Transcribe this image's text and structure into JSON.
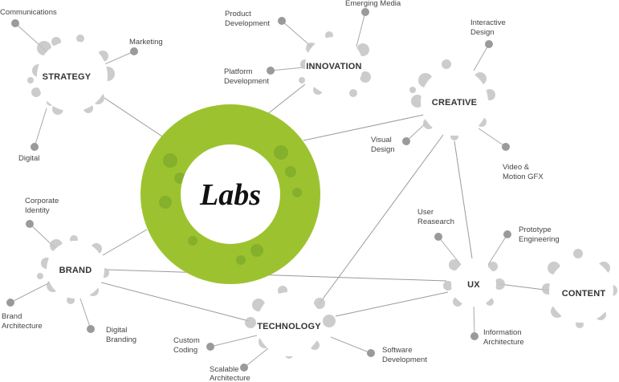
{
  "center": {
    "label": "Labs",
    "color": "#9cc32f"
  },
  "hubs": {
    "strategy": {
      "label": "STRATEGY"
    },
    "innovation": {
      "label": "INNOVATION"
    },
    "creative": {
      "label": "CREATIVE"
    },
    "brand": {
      "label": "BRAND"
    },
    "technology": {
      "label": "TECHNOLOGY"
    },
    "ux": {
      "label": "UX"
    },
    "content": {
      "label": "CONTENT"
    }
  },
  "subtopics": {
    "communications": [
      "Communications"
    ],
    "marketing": [
      "Marketing"
    ],
    "digital": [
      "Digital"
    ],
    "product_development": [
      "Product",
      "Development"
    ],
    "emerging_media": [
      "Emerging Media"
    ],
    "platform_development": [
      "Platform",
      "Development"
    ],
    "interactive_design": [
      "Interactive",
      "Design"
    ],
    "visual_design": [
      "Visual",
      "Design"
    ],
    "video_motion": [
      "Video &",
      "Motion GFX"
    ],
    "corporate_identity": [
      "Corporate",
      "Identity"
    ],
    "brand_architecture": [
      "Brand",
      "Architecture"
    ],
    "digital_branding": [
      "Digital",
      "Branding"
    ],
    "custom_coding": [
      "Custom",
      "Coding"
    ],
    "scalable_architecture": [
      "Scalable",
      "Architecture"
    ],
    "software_development": [
      "Software",
      "Development"
    ],
    "user_research": [
      "User",
      "Reasearch"
    ],
    "prototype_engineering": [
      "Prototype",
      "Engineering"
    ],
    "information_architecture": [
      "Information",
      "Architecture"
    ]
  },
  "colors": {
    "accent_green": "#9cc32f",
    "line_gray": "#9a9a9a",
    "bubble_gray": "#c4c4c4"
  }
}
